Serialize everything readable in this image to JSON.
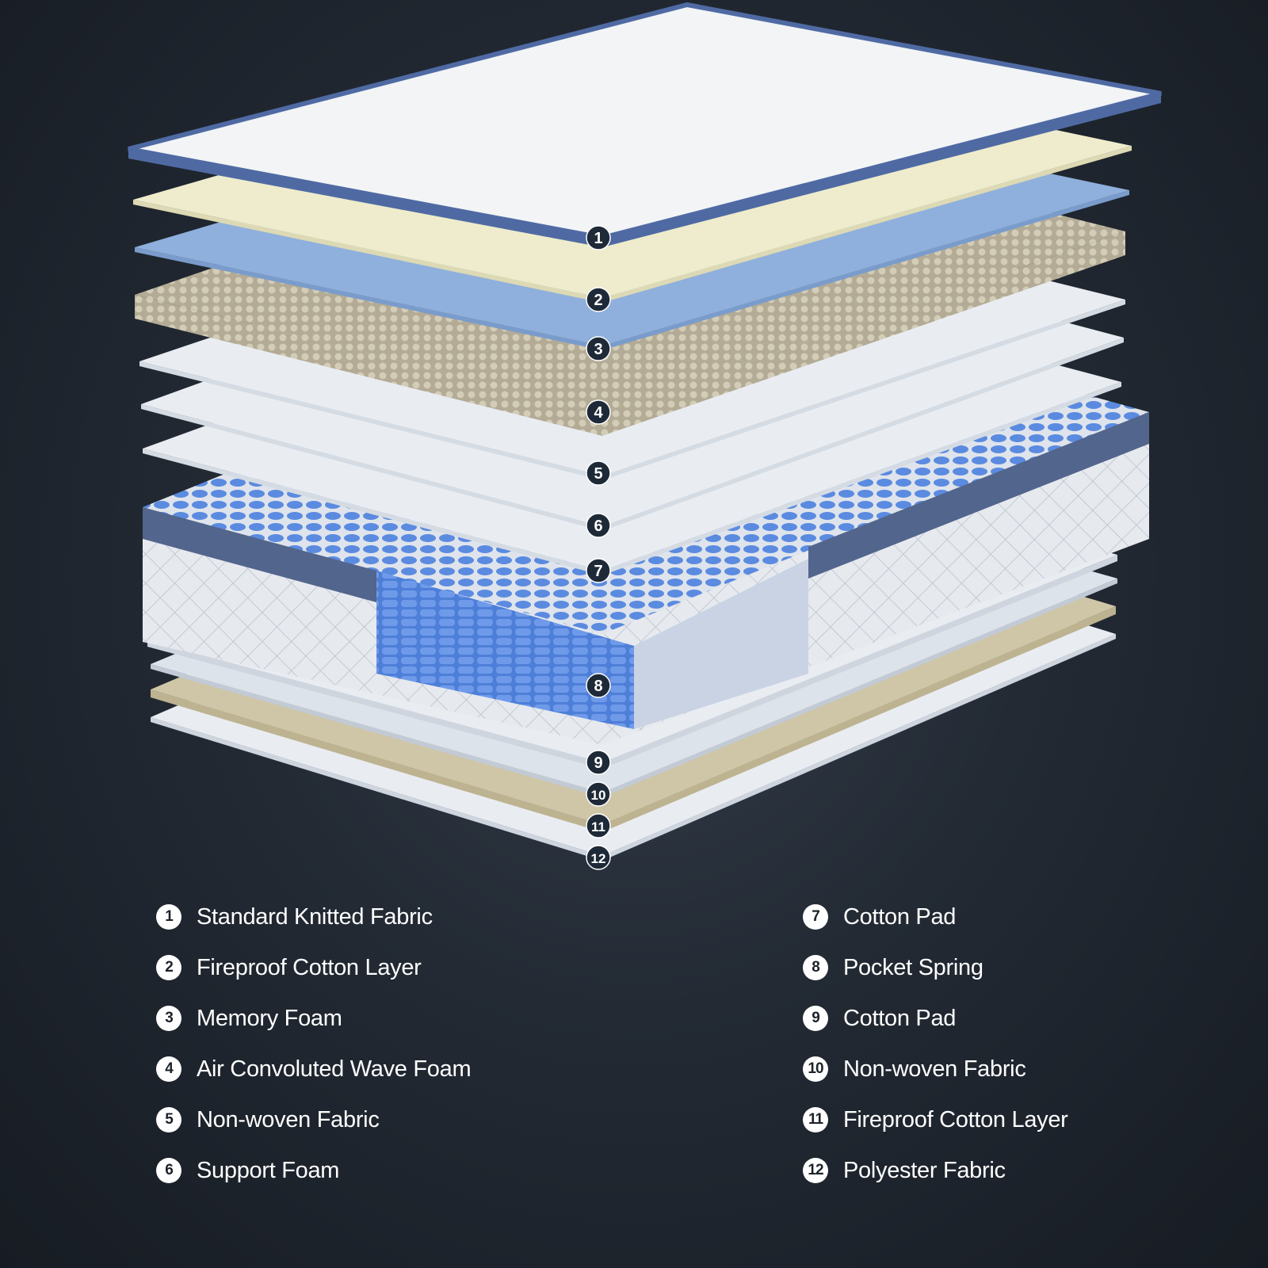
{
  "layers": [
    {
      "id": "1",
      "name": "Standard Knitted Fabric"
    },
    {
      "id": "2",
      "name": "Fireproof Cotton Layer"
    },
    {
      "id": "3",
      "name": "Memory Foam"
    },
    {
      "id": "4",
      "name": "Air Convoluted Wave Foam"
    },
    {
      "id": "5",
      "name": "Non-woven Fabric"
    },
    {
      "id": "6",
      "name": "Support Foam"
    },
    {
      "id": "7",
      "name": "Cotton Pad"
    },
    {
      "id": "8",
      "name": "Pocket Spring"
    },
    {
      "id": "9",
      "name": "Cotton Pad"
    },
    {
      "id": "10",
      "name": "Non-woven Fabric"
    },
    {
      "id": "11",
      "name": "Fireproof Cotton Layer"
    },
    {
      "id": "12",
      "name": "Polyester Fabric"
    }
  ],
  "colors": {
    "fabric": "#f2f4f6",
    "border": "#4f6aa3",
    "fireproof": "#eeeccc",
    "memory": "#8fb0dc",
    "wave": "#b8b09a",
    "sheet": "#e9edf2",
    "spring_blue": "#5b8be0",
    "spring_white": "#e8ebef",
    "tan": "#cfc6a8"
  }
}
